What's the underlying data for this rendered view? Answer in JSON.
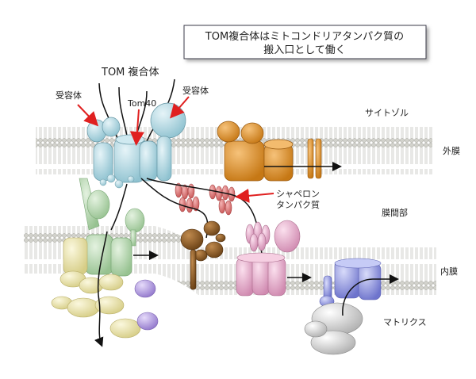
{
  "title": {
    "line1": "TOM複合体はミトコンドリアタンパク質の",
    "line2": "搬入口として働く"
  },
  "labels": {
    "tom_complex": "TOM 複合体",
    "receptor_left": "受容体",
    "receptor_right": "受容体",
    "tom40": "Tom40",
    "cytosol": "サイトゾル",
    "outer_membrane": "外膜",
    "chaperone_line1": "シャペロン",
    "chaperone_line2": "タンパク質",
    "intermembrane_space": "膜間部",
    "inner_membrane": "内膜",
    "matrix": "マトリクス"
  },
  "colors": {
    "tom": "#a9d4df",
    "outer_orange": "#e0932c",
    "chaperone": "#e07e7e",
    "tim_green": "#b9d9b2",
    "tim_yellow": "#ece6ae",
    "brown": "#8a5a2a",
    "pink": "#e8aac8",
    "blue": "#8c92e0",
    "purple": "#b49ce0",
    "grey": "#d8d8d8",
    "title_text": "#1a2a7a",
    "arrow_red": "#e02020"
  }
}
